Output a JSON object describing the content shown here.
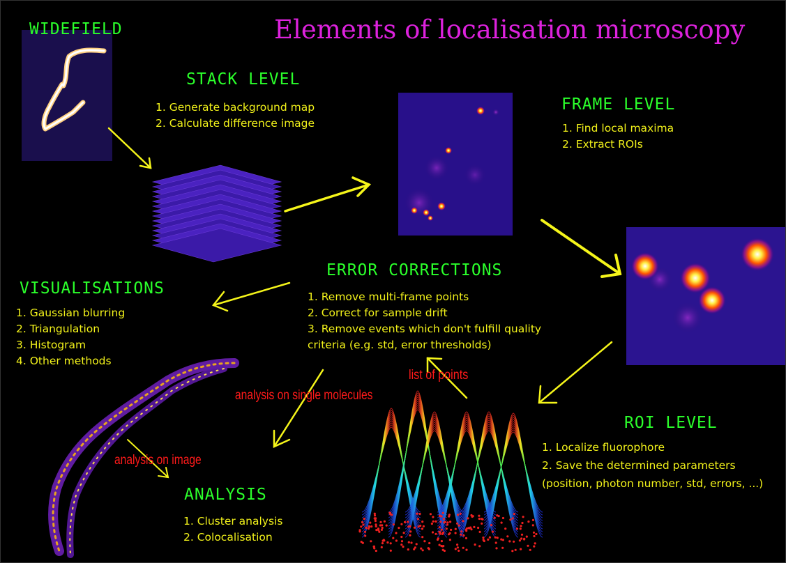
{
  "title": "Elements of localisation microscopy",
  "sections": {
    "widefield": {
      "heading": "WIDEFIELD"
    },
    "stack": {
      "heading": "STACK LEVEL",
      "steps": [
        "1. Generate background map",
        "2. Calculate difference image"
      ]
    },
    "frame": {
      "heading": "FRAME LEVEL",
      "steps": [
        "1. Find local maxima",
        "2. Extract ROIs"
      ]
    },
    "errors": {
      "heading": "ERROR CORRECTIONS",
      "steps": [
        "1. Remove multi-frame points",
        "2. Correct for sample drift",
        "3. Remove events which don't fulfill quality criteria (e.g. std, error thresholds)"
      ]
    },
    "visualisations": {
      "heading": "VISUALISATIONS",
      "steps": [
        "1. Gaussian blurring",
        "2. Triangulation",
        "3. Histogram",
        "4. Other methods"
      ]
    },
    "roi": {
      "heading": "ROI LEVEL",
      "steps": [
        "1. Localize fluorophore",
        "2. Save the determined parameters",
        "(position, photon number, std, errors, ...)"
      ]
    },
    "analysis": {
      "heading": "ANALYSIS",
      "steps": [
        "1. Cluster analysis",
        "2. Colocalisation"
      ]
    }
  },
  "notes": {
    "list_of_points": "list of points",
    "single_molecules": "analysis on single molecules",
    "on_image": "analysis on image"
  },
  "colors": {
    "background": "#000000",
    "heading": "#2bff2b",
    "title": "#dd22dd",
    "steps": "#f2f21a",
    "notes": "#ff1a1a",
    "arrows": "#f5f51a"
  }
}
